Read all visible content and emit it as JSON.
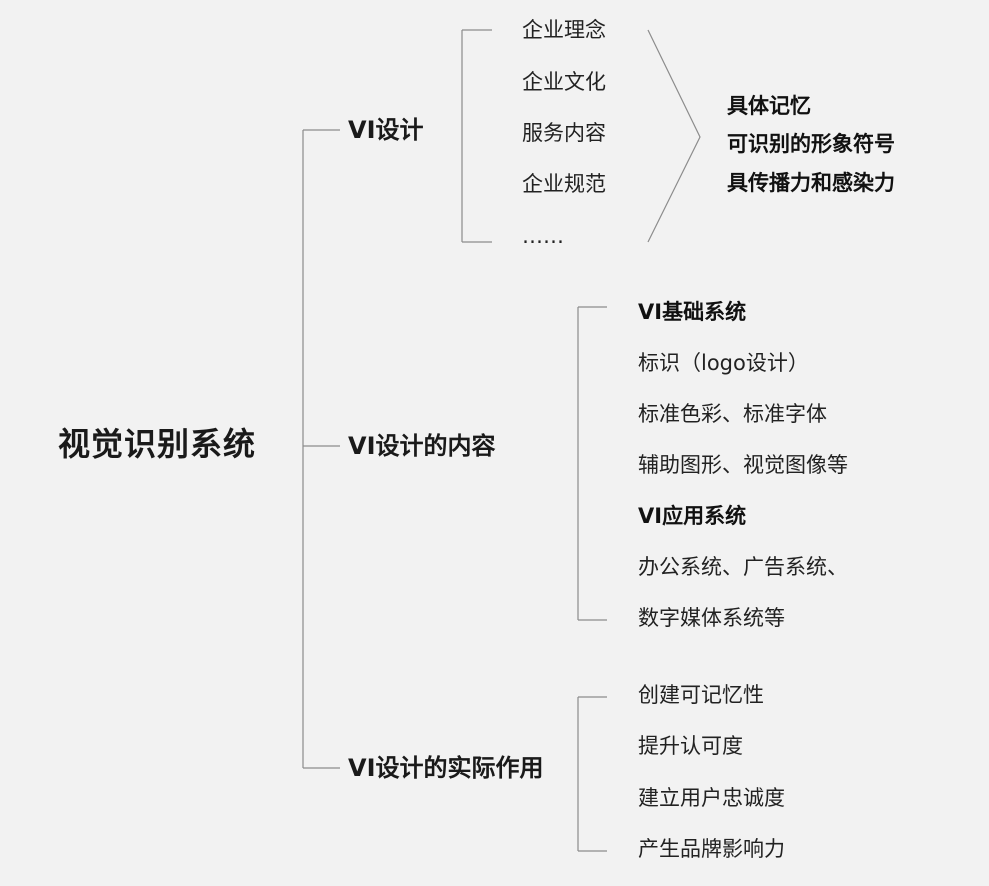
{
  "root": "视觉识别系统",
  "branches": [
    {
      "label": "VI设计",
      "items": [
        "企业理念",
        "企业文化",
        "服务内容",
        "企业规范",
        "……"
      ],
      "results": [
        "具体记忆",
        "可识别的形象符号",
        "具传播力和感染力"
      ]
    },
    {
      "label": "VI设计的内容",
      "items": [
        {
          "text": "VI基础系统",
          "bold": true
        },
        {
          "text": "标识（logo设计）",
          "bold": false
        },
        {
          "text": "标准色彩、标准字体",
          "bold": false
        },
        {
          "text": "辅助图形、视觉图像等",
          "bold": false
        },
        {
          "text": "VI应用系统",
          "bold": true
        },
        {
          "text": "办公系统、广告系统、",
          "bold": false
        },
        {
          "text": "数字媒体系统等",
          "bold": false
        }
      ]
    },
    {
      "label": "VI设计的实际作用",
      "items": [
        "创建可记忆性",
        "提升认可度",
        "建立用户忠诚度",
        "产生品牌影响力"
      ]
    }
  ]
}
